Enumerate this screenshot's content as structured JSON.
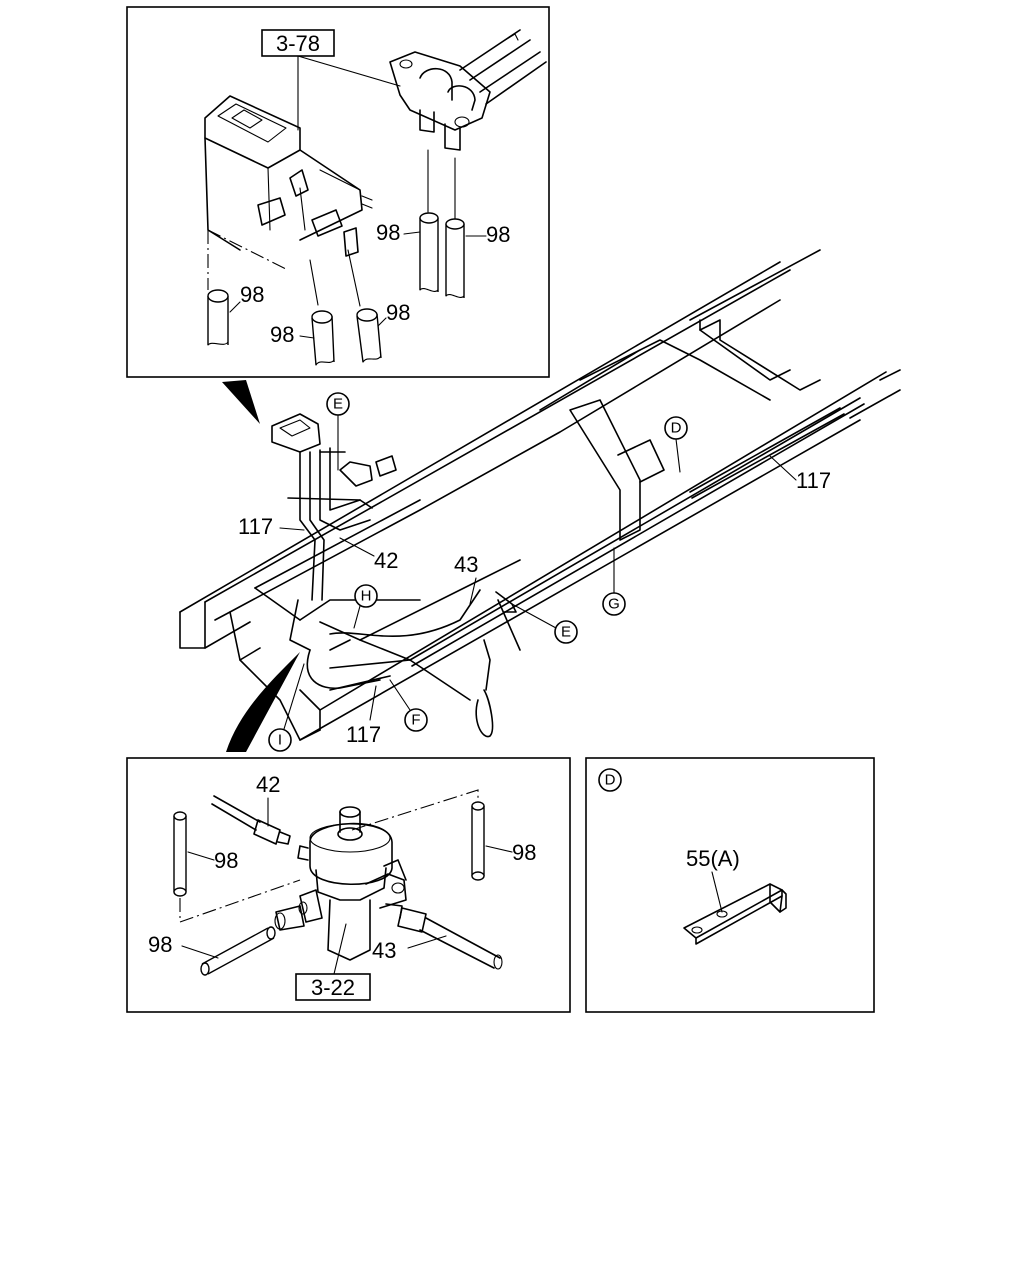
{
  "diagram": {
    "refs": {
      "top_box": "3-78",
      "bottom_box": "3-22"
    },
    "parts": {
      "p98": "98",
      "p117": "117",
      "p42": "42",
      "p43": "43",
      "p55a": "55(A)"
    },
    "circle_markers": {
      "D": "D",
      "E": "E",
      "F": "F",
      "G": "G",
      "H": "H",
      "I": "I"
    }
  }
}
